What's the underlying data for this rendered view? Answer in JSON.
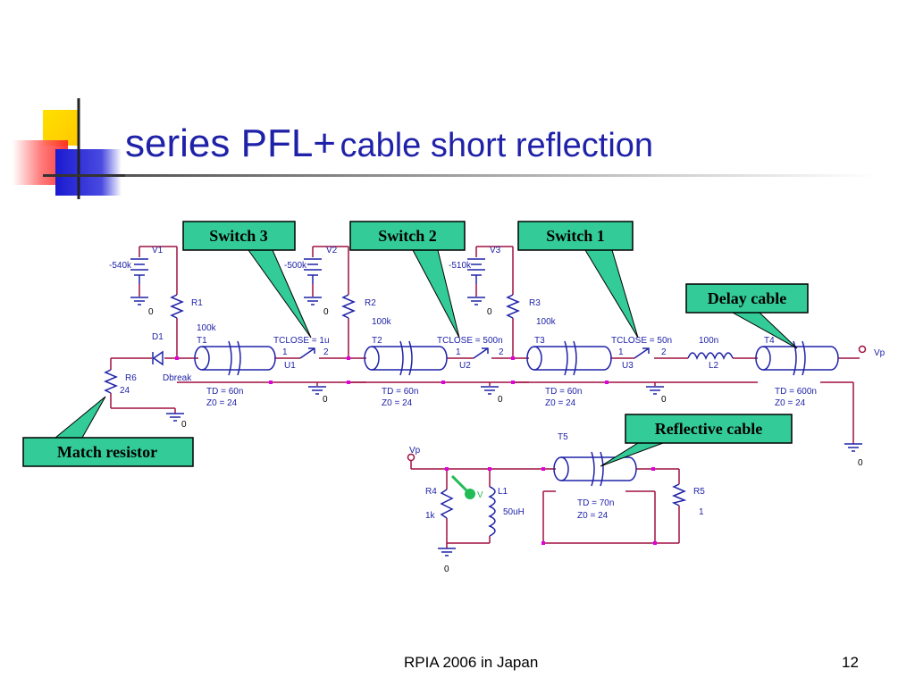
{
  "slide": {
    "title_main": "series PFL+",
    "title_sub": "cable short reflection",
    "footer_center": "RPIA 2006 in Japan",
    "page_number": "12"
  },
  "callouts": {
    "switch3": "Switch 3",
    "switch2": "Switch 2",
    "switch1": "Switch 1",
    "delay_cable": "Delay cable",
    "reflective_cable": "Reflective cable",
    "match_resistor": "Match resistor"
  },
  "schematic": {
    "v1": "V1",
    "v1_value": "-540k",
    "v2": "V2",
    "v2_value": "-500k",
    "v3": "V3",
    "v3_value": "-510k",
    "r1": "R1",
    "r1_value": "100k",
    "r2": "R2",
    "r2_value": "100k",
    "r3": "R3",
    "r3_value": "100k",
    "d1": "D1",
    "dbreak": "Dbreak",
    "r6": "R6",
    "r6_value": "24",
    "t1": "T1",
    "t1_td": "TD = 60n",
    "t1_z0": "Z0 = 24",
    "t2": "T2",
    "t2_td": "TD = 60n",
    "t2_z0": "Z0 = 24",
    "t3": "T3",
    "t3_td": "TD = 60n",
    "t3_z0": "Z0 = 24",
    "t4": "T4",
    "t4_td": "TD = 600n",
    "t4_z0": "Z0 = 24",
    "t5": "T5",
    "t5_td": "TD = 70n",
    "t5_z0": "Z0 = 24",
    "u1": "U1",
    "u1_tclose": "TCLOSE = 1u",
    "u2": "U2",
    "u2_tclose": "TCLOSE = 500n",
    "u3": "U3",
    "u3_tclose": "TCLOSE = 50n",
    "pin1": "1",
    "pin2": "2",
    "l2": "L2",
    "l2_value": "100n",
    "vp": "Vp",
    "r4": "R4",
    "r4_value": "1k",
    "l1": "L1",
    "l1_value": "50uH",
    "r5": "R5",
    "r5_value": "1",
    "probe": "V",
    "ground": "0"
  },
  "colors": {
    "title": "#1f22a8",
    "wire": "#a01040",
    "component": "#1f22a8",
    "callout_fill": "#33cc99",
    "node_dot": "#e000e0"
  }
}
